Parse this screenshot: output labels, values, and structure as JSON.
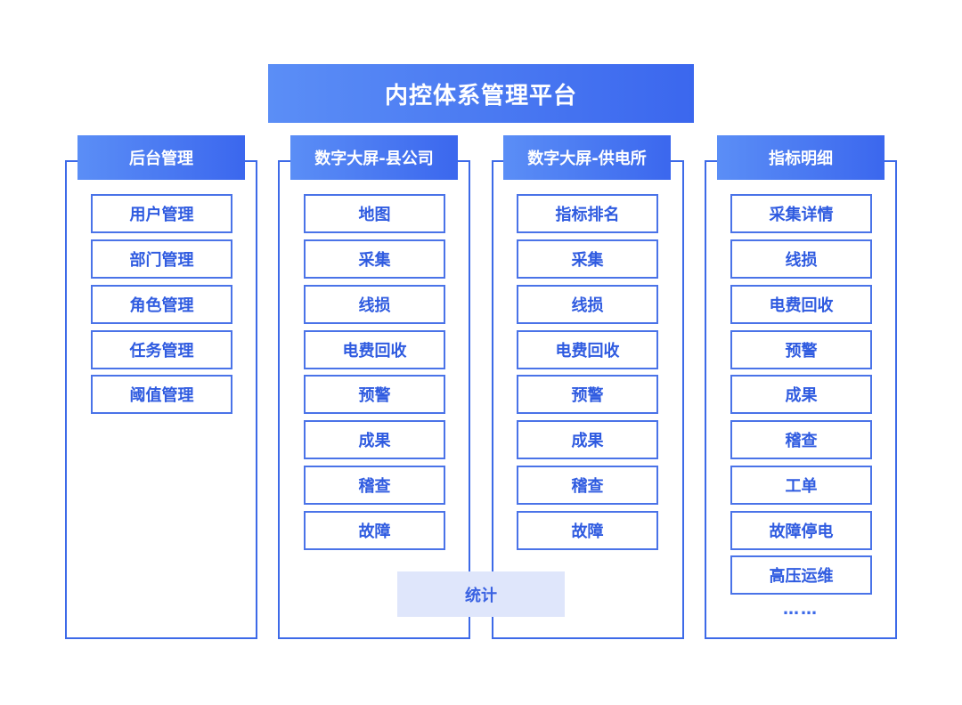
{
  "title": "内控体系管理平台",
  "columns": [
    {
      "header": "后台管理",
      "items": [
        "用户管理",
        "部门管理",
        "角色管理",
        "任务管理",
        "阈值管理"
      ]
    },
    {
      "header": "数字大屏-县公司",
      "items": [
        "地图",
        "采集",
        "线损",
        "电费回收",
        "预警",
        "成果",
        "稽查",
        "故障"
      ]
    },
    {
      "header": "数字大屏-供电所",
      "items": [
        "指标排名",
        "采集",
        "线损",
        "电费回收",
        "预警",
        "成果",
        "稽查",
        "故障"
      ]
    },
    {
      "header": "指标明细",
      "items": [
        "采集详情",
        "线损",
        "电费回收",
        "预警",
        "成果",
        "稽查",
        "工单",
        "故障停电",
        "高压运维"
      ]
    }
  ],
  "shared": "统计",
  "ellipsis": "……",
  "colors": {
    "primary": "#3d6ae8",
    "gradient_start": "#5b8ef6",
    "gradient_end": "#3b67ee",
    "shared_bg": "#dfe6fb",
    "item_text": "#2f5be0"
  }
}
